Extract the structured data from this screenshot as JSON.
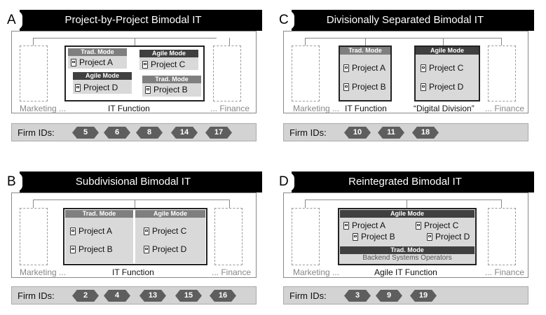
{
  "panels": {
    "A": {
      "letter": "A",
      "title": "Project-by-Project Bimodal IT",
      "marketing": "Marketing ...",
      "finance": "... Finance",
      "it_label": "IT Function",
      "groups": [
        {
          "mode": "Trad. Mode",
          "project": "Project A"
        },
        {
          "mode": "Agile Mode",
          "project": "Project C"
        },
        {
          "mode": "Agile Mode",
          "project": "Project D"
        },
        {
          "mode": "Trad. Mode",
          "project": "Project B"
        }
      ],
      "firm_label": "Firm IDs:",
      "firm_ids": [
        "5",
        "6",
        "8",
        "14",
        "17"
      ]
    },
    "B": {
      "letter": "B",
      "title": "Subdivisional Bimodal IT",
      "marketing": "Marketing ...",
      "finance": "... Finance",
      "it_label": "IT Function",
      "trad_mode": "Trad. Mode",
      "agile_mode": "Agile Mode",
      "trad_projects": [
        "Project A",
        "Project B"
      ],
      "agile_projects": [
        "Project C",
        "Project D"
      ],
      "firm_label": "Firm IDs:",
      "firm_ids": [
        "2",
        "4",
        "13",
        "15",
        "16"
      ]
    },
    "C": {
      "letter": "C",
      "title": "Divisionally Separated Bimodal IT",
      "marketing": "Marketing ...",
      "finance": "... Finance",
      "it_label": "IT Function",
      "digital_label": "“Digital Division”",
      "trad_mode": "Trad. Mode",
      "agile_mode": "Agile Mode",
      "trad_projects": [
        "Project A",
        "Project B"
      ],
      "agile_projects": [
        "Project C",
        "Project D"
      ],
      "firm_label": "Firm IDs:",
      "firm_ids": [
        "10",
        "11",
        "18"
      ]
    },
    "D": {
      "letter": "D",
      "title": "Reintegrated Bimodal IT",
      "marketing": "Marketing ...",
      "finance": "... Finance",
      "it_label": "Agile IT Function",
      "agile_mode": "Agile Mode",
      "trad_mode": "Trad. Mode",
      "projects": [
        "Project A",
        "Project C",
        "Project B",
        "Project D"
      ],
      "backend": "Backend Systems Operators",
      "firm_label": "Firm IDs:",
      "firm_ids": [
        "3",
        "9",
        "19"
      ]
    }
  }
}
